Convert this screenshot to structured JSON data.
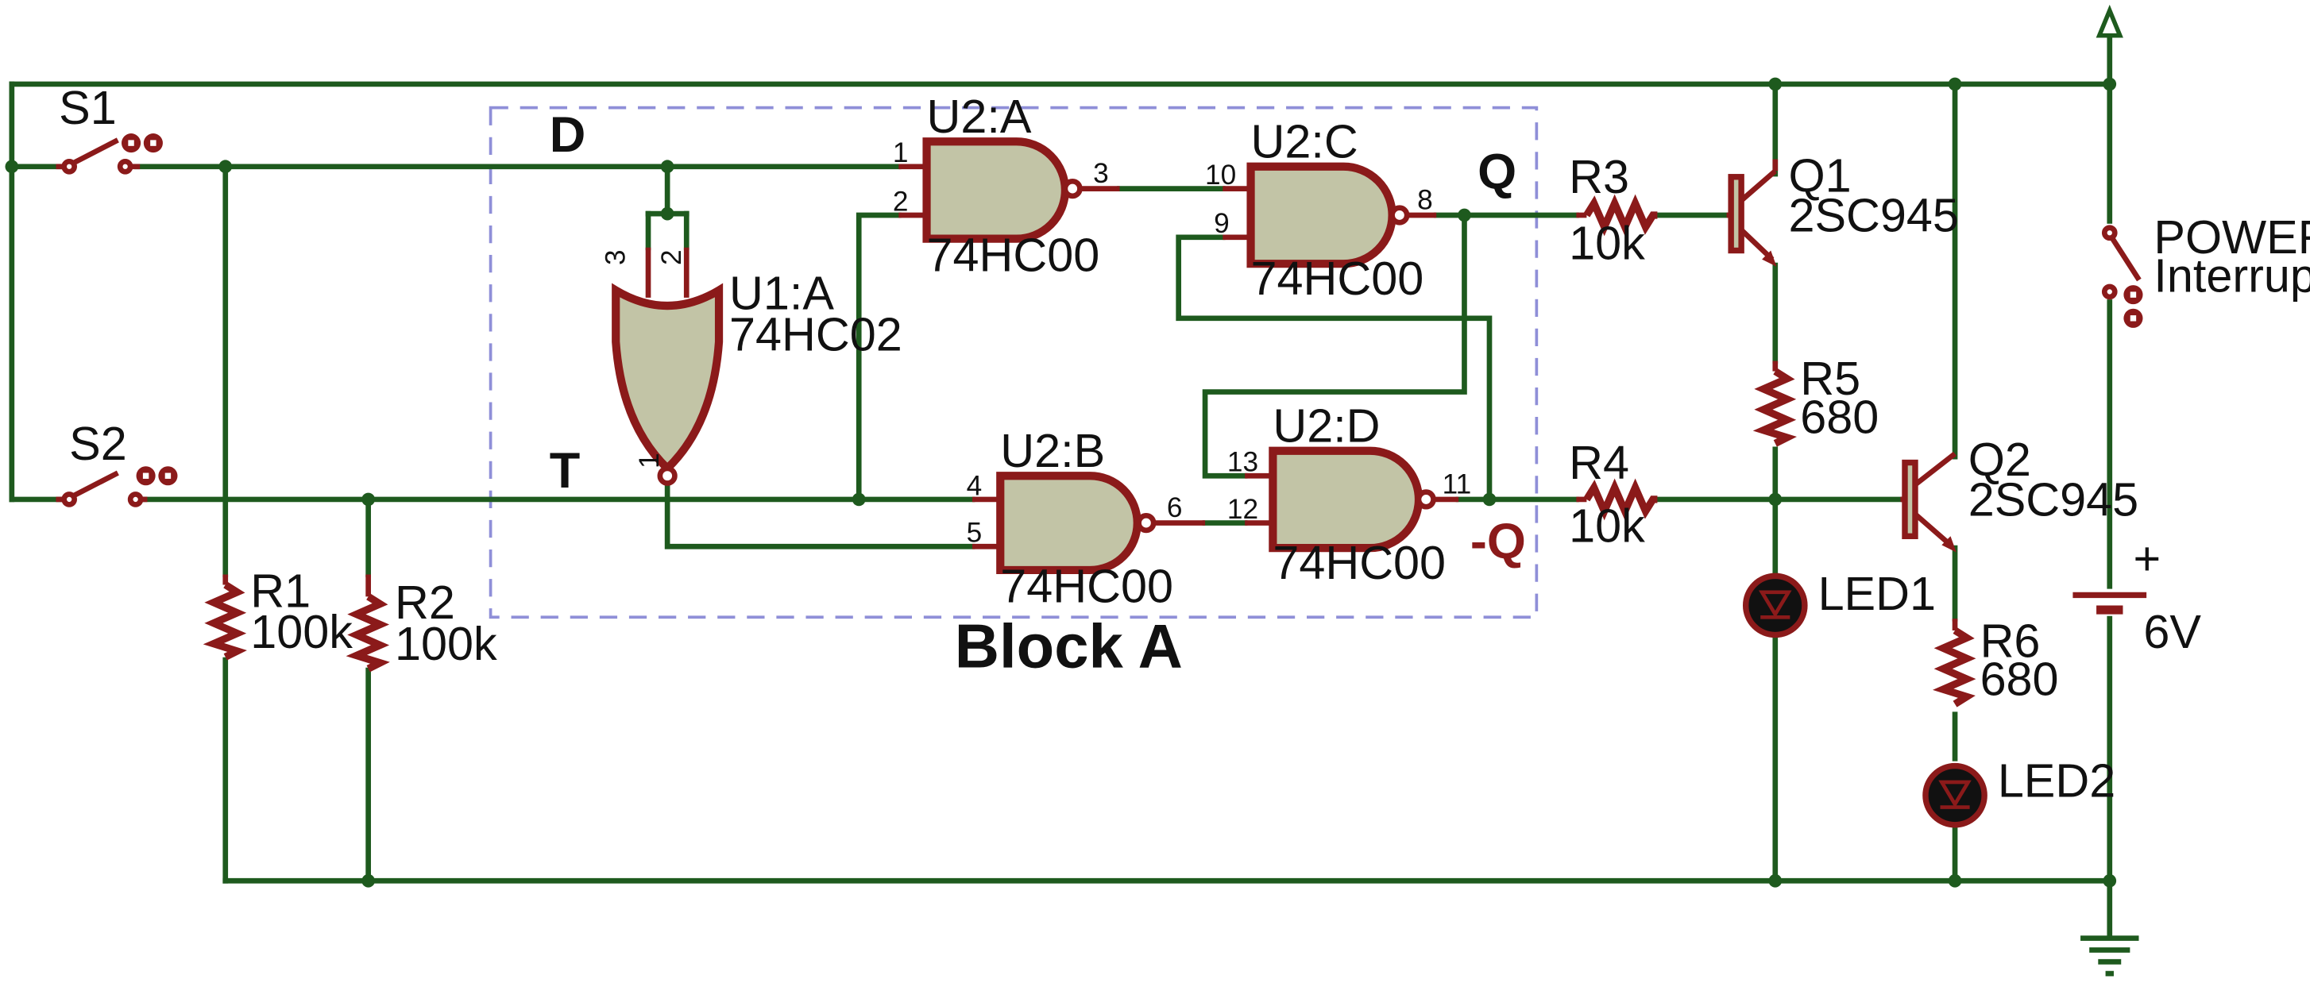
{
  "block": {
    "title": "Block A"
  },
  "signals": {
    "d": "D",
    "t": "T",
    "q": "Q",
    "nq": "-Q"
  },
  "switches": {
    "s1": "S1",
    "s2": "S2",
    "power": {
      "name": "POWER",
      "type": "Interrupteur"
    }
  },
  "gates": {
    "u1a": {
      "ref": "U1:A",
      "part": "74HC02",
      "pins": [
        "3",
        "2",
        "1"
      ]
    },
    "u2a": {
      "ref": "U2:A",
      "part": "74HC00",
      "pins": [
        "1",
        "2",
        "3"
      ]
    },
    "u2b": {
      "ref": "U2:B",
      "part": "74HC00",
      "pins": [
        "4",
        "5",
        "6"
      ]
    },
    "u2c": {
      "ref": "U2:C",
      "part": "74HC00",
      "pins": [
        "10",
        "9",
        "8"
      ]
    },
    "u2d": {
      "ref": "U2:D",
      "part": "74HC00",
      "pins": [
        "13",
        "12",
        "11"
      ]
    }
  },
  "resistors": {
    "r1": {
      "ref": "R1",
      "value": "100k"
    },
    "r2": {
      "ref": "R2",
      "value": "100k"
    },
    "r3": {
      "ref": "R3",
      "value": "10k"
    },
    "r4": {
      "ref": "R4",
      "value": "10k"
    },
    "r5": {
      "ref": "R5",
      "value": "680"
    },
    "r6": {
      "ref": "R6",
      "value": "680"
    }
  },
  "transistors": {
    "q1": {
      "ref": "Q1",
      "part": "2SC945"
    },
    "q2": {
      "ref": "Q2",
      "part": "2SC945"
    }
  },
  "leds": {
    "led1": "LED1",
    "led2": "LED2"
  },
  "battery": {
    "polarity": "+",
    "voltage": "6V"
  },
  "colors": {
    "wire": "#1e5a1e",
    "component": "#8b1a1a",
    "gate_fill": "#c2c4a6",
    "block_border": "#8f8fd8"
  }
}
